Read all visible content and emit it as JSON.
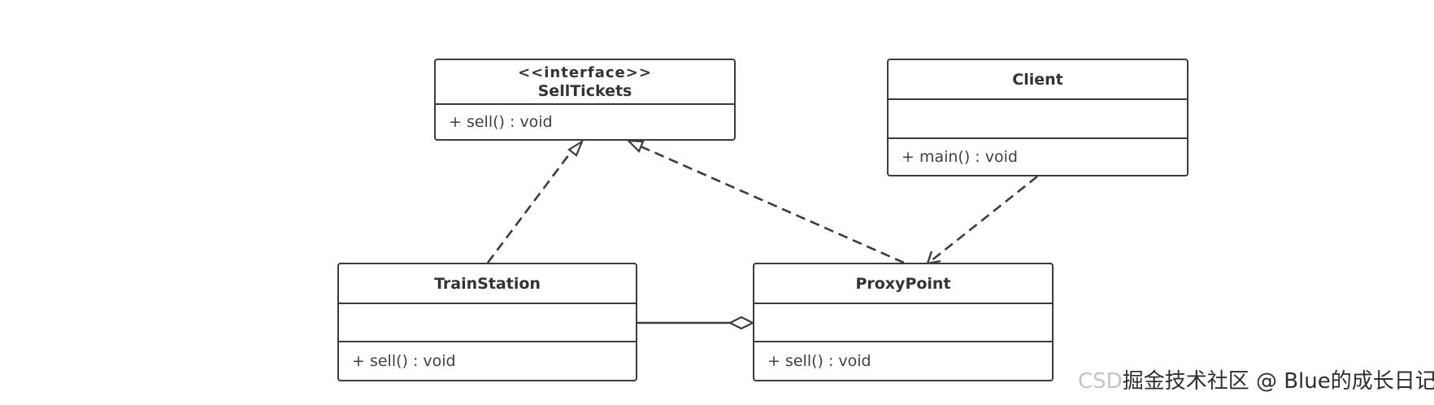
{
  "classes": {
    "sell_tickets": {
      "stereotype": "<<interface>>",
      "name": "SellTickets",
      "methods": [
        "+ sell() : void"
      ]
    },
    "client": {
      "name": "Client",
      "methods": [
        "+ main() : void"
      ]
    },
    "train_station": {
      "name": "TrainStation",
      "methods": [
        "+ sell() : void"
      ]
    },
    "proxy_point": {
      "name": "ProxyPoint",
      "methods": [
        "+ sell() : void"
      ]
    }
  },
  "relationships": [
    {
      "type": "realization",
      "from": "TrainStation",
      "to": "SellTickets"
    },
    {
      "type": "realization",
      "from": "ProxyPoint",
      "to": "SellTickets"
    },
    {
      "type": "dependency",
      "from": "Client",
      "to": "ProxyPoint"
    },
    {
      "type": "aggregation",
      "whole": "ProxyPoint",
      "part": "TrainStation"
    }
  ],
  "watermark": {
    "prefix": "CSD",
    "text": "掘金技术社区 @ Blue的成长日记"
  }
}
